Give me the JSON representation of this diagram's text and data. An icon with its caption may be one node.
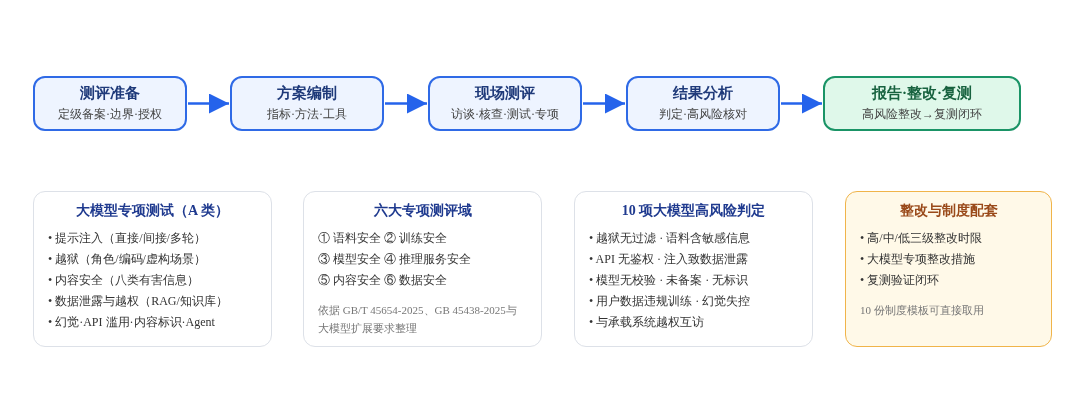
{
  "diagram": {
    "nodes": [
      {
        "text": [
          "测评准备",
          "定级备案·边界·授权"
        ]
      },
      {
        "text": [
          "方案编制",
          "指标·方法·工具"
        ]
      },
      {
        "text": [
          "现场测评",
          "访谈·核查·测试·专项"
        ]
      },
      {
        "text": [
          "结果分析",
          "判定·高风险核对"
        ]
      },
      {
        "text": [
          "报告·整改·复测",
          "高风险整改→复测闭环"
        ]
      },
      {
        "text": [
          "大模型专项测试（A 类）",
          "• 提示注入（直接/间接/多轮）",
          "• 越狱（角色/编码/虚构场景）",
          "• 内容安全（八类有害信息）",
          "• 数据泄露与越权（RAG/知识库）",
          "• 幻觉·API 滥用·内容标识·Agent"
        ]
      },
      {
        "text": [
          "六大专项测评域",
          "① 语料安全 ② 训练安全",
          "③ 模型安全 ④ 推理服务安全",
          "⑤ 内容安全 ⑥ 数据安全",
          "依据 GB/T 45654-2025、GB 45438-2025与大模型扩展要求整理"
        ]
      },
      {
        "text": [
          "10 项大模型高风险判定",
          "• 越狱无过滤 · 语料含敏感信息",
          "• API 无鉴权 · 注入致数据泄露",
          "• 模型无校验 · 未备案 · 无标识",
          "• 用户数据违规训练 · 幻觉失控",
          "• 与承载系统越权互访"
        ]
      },
      {
        "text": [
          "整改与制度配套",
          "• 高/中/低三级整改时限",
          "• 大模型专项整改措施",
          "• 复测验证闭环",
          "10 份制度模板可直接取用"
        ]
      }
    ],
    "edges": [
      {
        "from": 0,
        "to": 1,
        "arrow": "to"
      },
      {
        "from": 1,
        "to": 2,
        "arrow": "to"
      },
      {
        "from": 2,
        "to": 3,
        "arrow": "to"
      },
      {
        "from": 3,
        "to": 4,
        "arrow": "to"
      }
    ]
  }
}
